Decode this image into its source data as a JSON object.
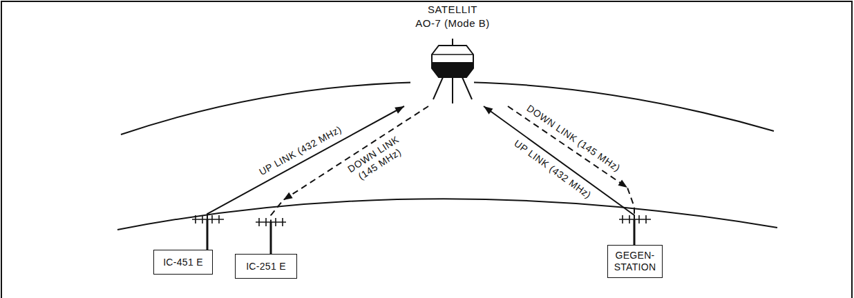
{
  "diagram": {
    "nodes": [
      {
        "text": [
          "SATELLIT",
          "AO-7 (Mode B)"
        ]
      },
      {
        "text": [
          "IC-451 E"
        ]
      },
      {
        "text": [
          "IC-251 E"
        ]
      },
      {
        "text": [
          "GEGEN- STATION"
        ]
      }
    ],
    "edges": [
      {
        "from": 1,
        "to": 0,
        "arrow": "to",
        "label": "UP LINK (432 MHz)"
      },
      {
        "from": 0,
        "to": 2,
        "arrow": "to",
        "label": "DOWN LINK (145 MHz)"
      },
      {
        "from": 0,
        "to": 3,
        "arrow": "to",
        "label": "DOWN LINK (145 MHz)"
      },
      {
        "from": 3,
        "to": 0,
        "arrow": "to",
        "label": "UP LINK (432 MHz)"
      }
    ]
  }
}
